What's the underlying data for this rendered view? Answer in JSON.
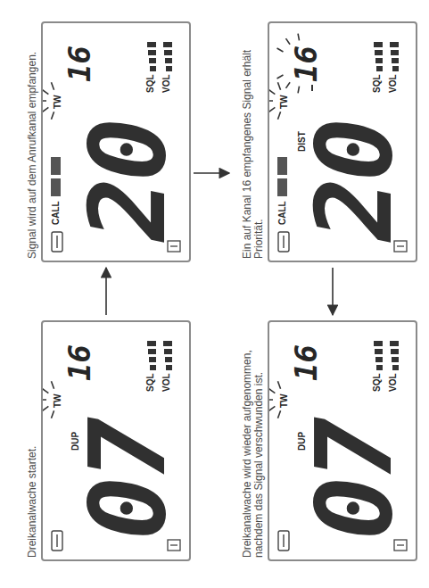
{
  "diagram": {
    "nodes": [
      {
        "text": [
          "Dreikanalwache startet.",
          "DUP",
          "TW",
          "16",
          "07",
          "SQL",
          "VOL"
        ]
      },
      {
        "text": [
          "Signal wird auf dem Anrufkanal empfangen.",
          "CALL",
          "TW",
          "16",
          "20",
          "SQL",
          "VOL"
        ]
      },
      {
        "text": [
          "Ein auf Kanal 16 empfangenes Signal erhält Priorität.",
          "CALL",
          "DIST",
          "TW",
          "16",
          "20",
          "SQL",
          "VOL"
        ]
      },
      {
        "text": [
          "Dreikanalwache wird wieder aufgenommen, nachdem das Signal verschwunden ist.",
          "DUP",
          "TW",
          "16",
          "07",
          "SQL",
          "VOL"
        ]
      }
    ],
    "edges": [
      {
        "from": 0,
        "to": 1,
        "arrow": "to"
      },
      {
        "from": 1,
        "to": 2,
        "arrow": "to"
      },
      {
        "from": 2,
        "to": 3,
        "arrow": "to"
      }
    ]
  }
}
